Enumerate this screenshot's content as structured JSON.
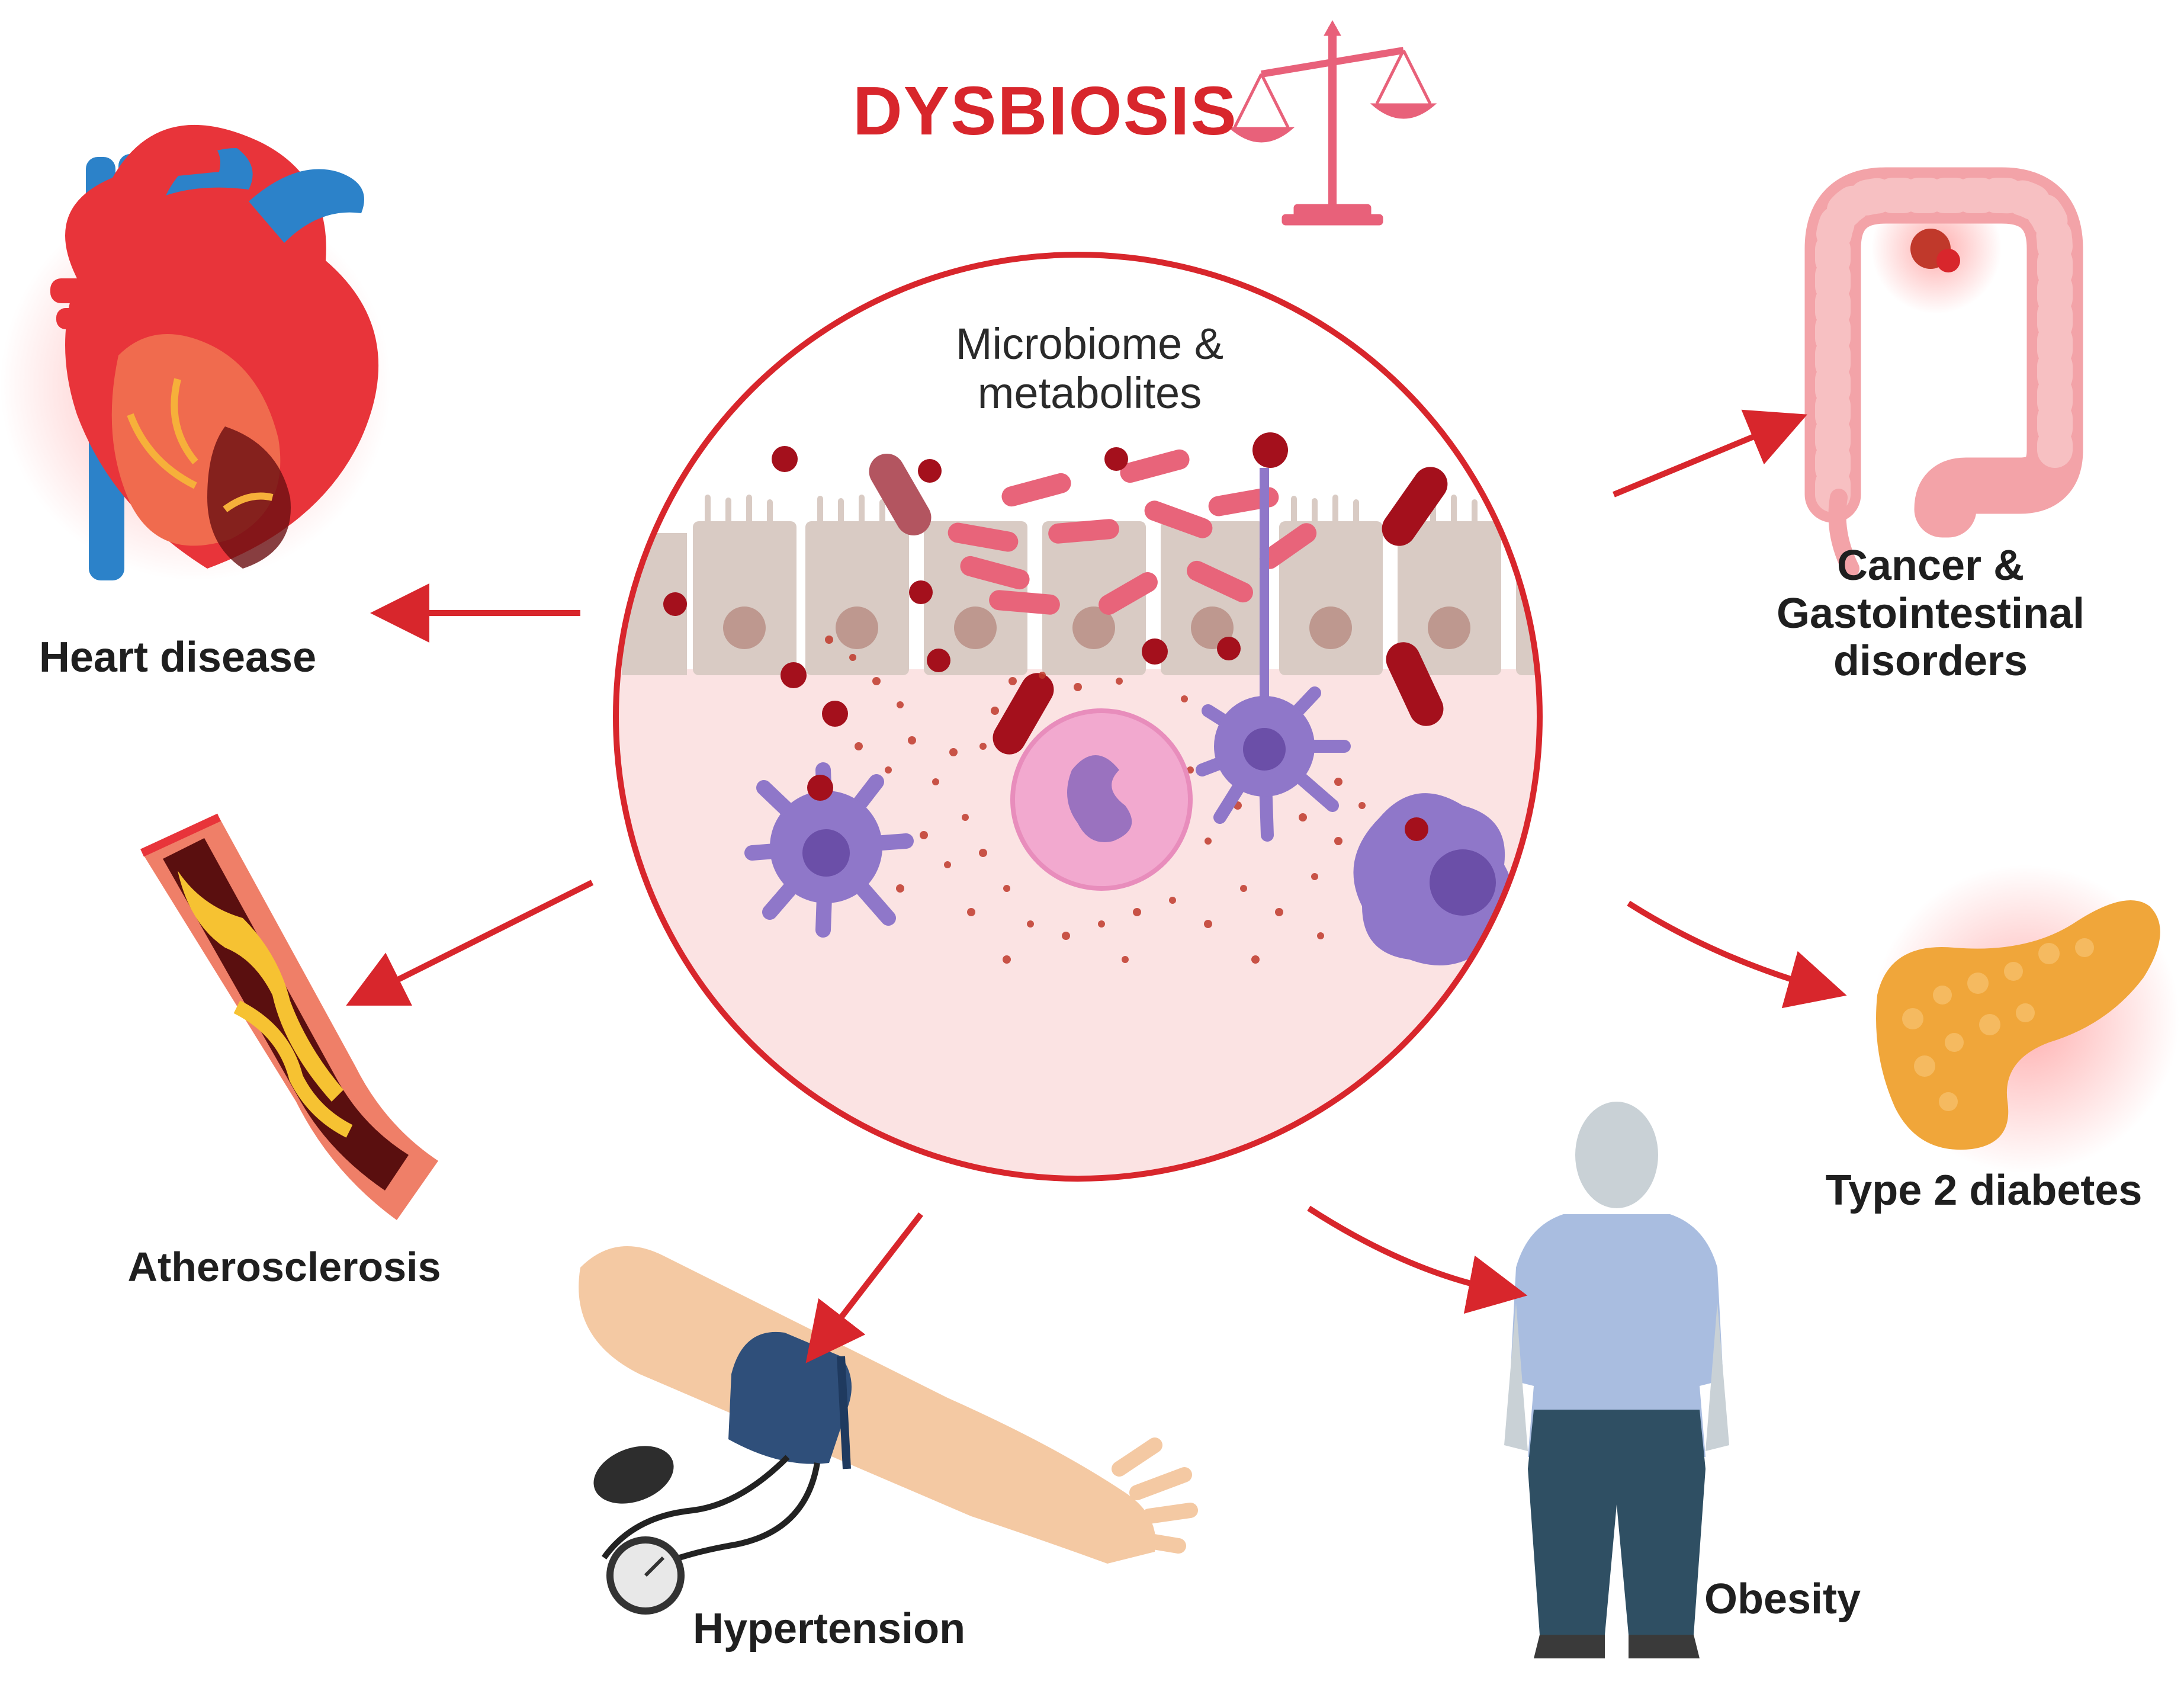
{
  "title": "DYSBIOSIS",
  "center": {
    "line1": "Microbiome &",
    "line2": "metabolites"
  },
  "outcomes": {
    "heart": "Heart disease",
    "athero": "Atherosclerosis",
    "hypertension": "Hypertension",
    "obesity": "Obesity",
    "diabetes": "Type 2 diabetes",
    "cancer_line1": "Cancer &",
    "cancer_line2": "Gastointestinal",
    "cancer_line3": "disorders"
  },
  "colors": {
    "accent_red": "#d8262c",
    "circle_fill": "#fbe3e3",
    "epithelium": "#d9cbc4",
    "nucleus": "#b98f86",
    "bacteria": "#e8647a",
    "metabolite": "#a4101c",
    "immune_purple": "#8f77c9",
    "neutrophil_pink": "#f2a9cf"
  }
}
